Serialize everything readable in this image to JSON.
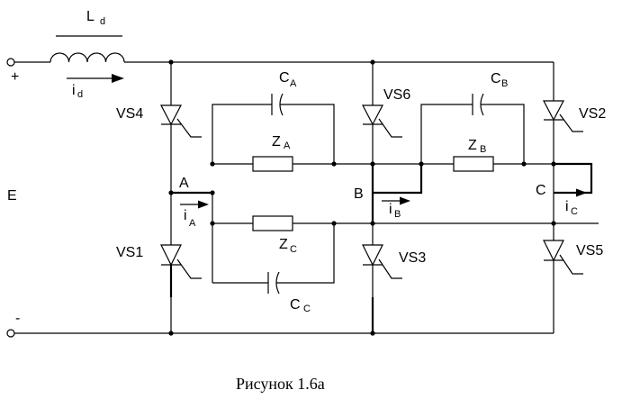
{
  "labels": {
    "Ld": {
      "main": "L",
      "sub": "d"
    },
    "id": {
      "main": "i",
      "sub": "d"
    },
    "CA": {
      "main": "C",
      "sub": "A"
    },
    "CB": {
      "main": "C",
      "sub": "B"
    },
    "CC": {
      "main": "C",
      "sub": "C"
    },
    "ZA": {
      "main": "Z",
      "sub": "A"
    },
    "ZB": {
      "main": "Z",
      "sub": "B"
    },
    "ZC": {
      "main": "Z",
      "sub": "C"
    },
    "iA": {
      "main": "i",
      "sub": "A"
    },
    "iB": {
      "main": "i",
      "sub": "B"
    },
    "iC": {
      "main": "i",
      "sub": "C"
    },
    "VS1": "VS1",
    "VS2": "VS2",
    "VS3": "VS3",
    "VS4": "VS4",
    "VS5": "VS5",
    "VS6": "VS6",
    "nodeA": "A",
    "nodeB": "B",
    "nodeC": "C",
    "E": "E",
    "plus": "+",
    "minus": "-"
  },
  "caption": "Рисунок 1.6а"
}
